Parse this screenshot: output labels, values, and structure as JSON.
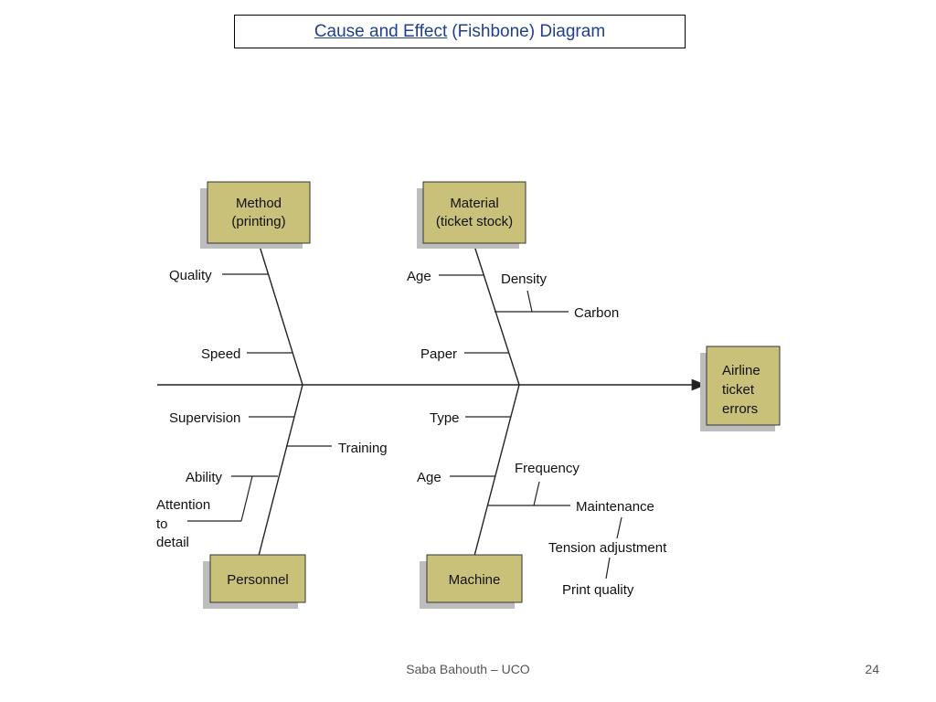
{
  "title": {
    "link_text": "Cause and Effect",
    "rest_text": "(Fishbone) Diagram"
  },
  "colors": {
    "box_fill": "#c9c17a",
    "box_shadow": "#bdbdbd",
    "title_link": "#1f3f8f",
    "lines": "#222222"
  },
  "diagram": {
    "effect": [
      "Airline",
      "ticket",
      "errors"
    ],
    "categories": {
      "method": [
        "Method",
        "(printing)"
      ],
      "material": [
        "Material",
        "(ticket stock)"
      ],
      "personnel": [
        "Personnel"
      ],
      "machine": [
        "Machine"
      ]
    },
    "causes": {
      "method_quality": "Quality",
      "method_speed": "Speed",
      "material_age": "Age",
      "material_density": "Density",
      "material_carbon": "Carbon",
      "material_paper": "Paper",
      "personnel_supervision": "Supervision",
      "personnel_training": "Training",
      "personnel_ability": "Ability",
      "personnel_attention": [
        "Attention",
        "to",
        "detail"
      ],
      "machine_type": "Type",
      "machine_age": "Age",
      "machine_frequency": "Frequency",
      "machine_maintenance": "Maintenance",
      "machine_tension": "Tension adjustment",
      "machine_print_quality": "Print quality"
    }
  },
  "footer": {
    "author": "Saba Bahouth – UCO",
    "page_number": "24"
  }
}
